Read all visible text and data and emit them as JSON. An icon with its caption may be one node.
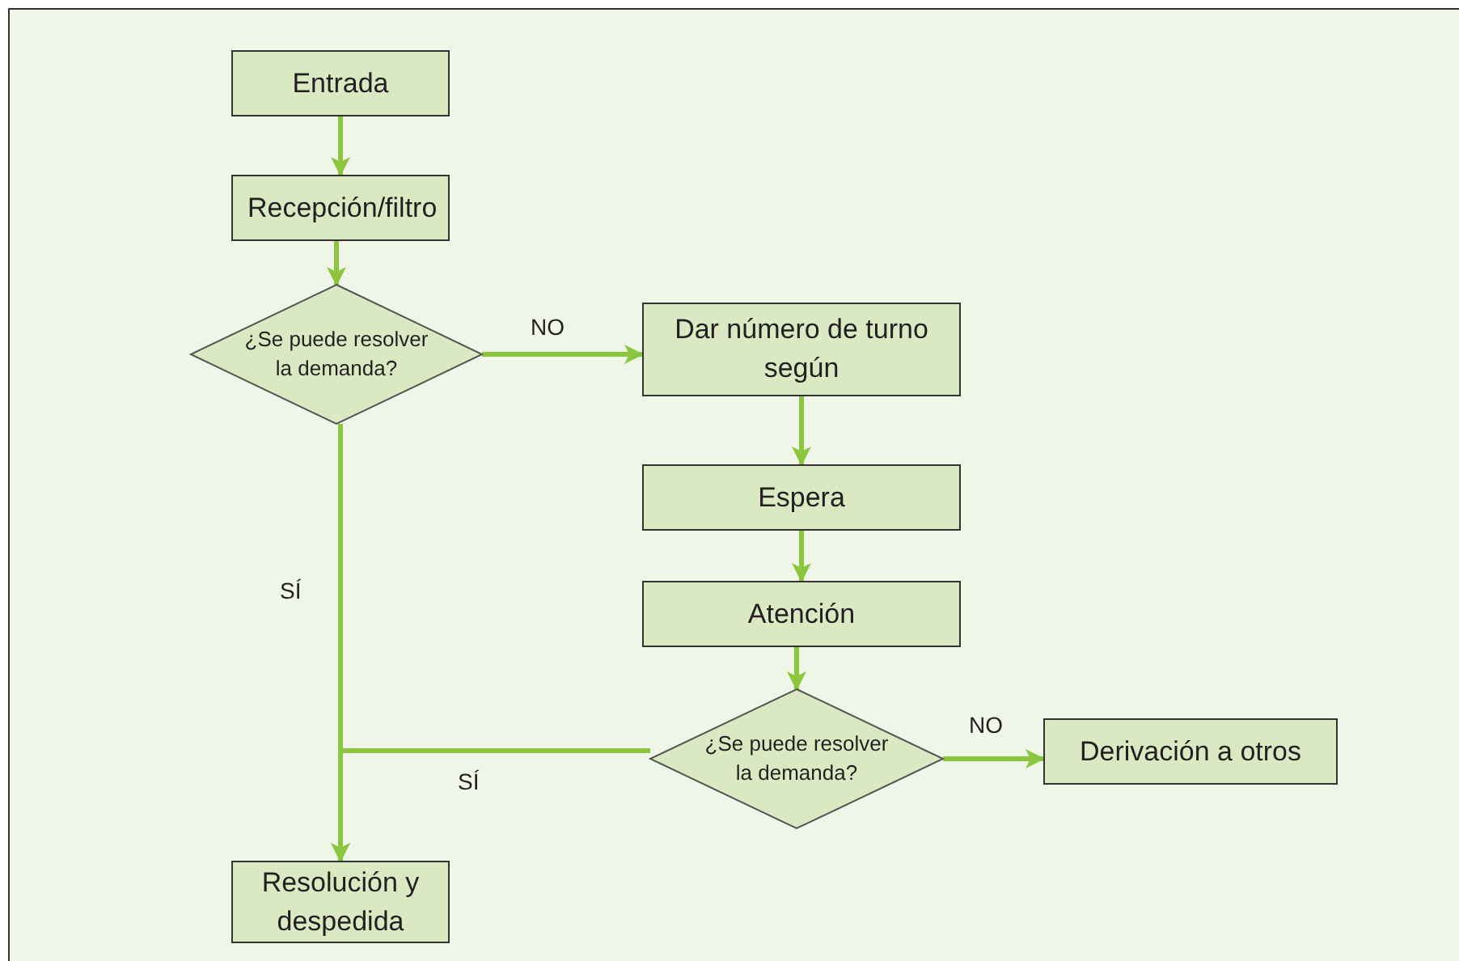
{
  "diagram": {
    "nodes": [
      {
        "text": [
          "Entrada"
        ]
      },
      {
        "text": [
          "Recepción/filtro"
        ]
      },
      {
        "text": [
          "¿Se puede resolver la demanda?"
        ]
      },
      {
        "text": [
          "Dar número de turno según"
        ]
      },
      {
        "text": [
          "Espera"
        ]
      },
      {
        "text": [
          "Atención"
        ]
      },
      {
        "text": [
          "¿Se puede resolver la demanda?"
        ]
      },
      {
        "text": [
          "Derivación a otros"
        ]
      },
      {
        "text": [
          "Resolución y despedida"
        ]
      }
    ],
    "edges": [
      {
        "from": 0,
        "to": 1,
        "arrow": "to"
      },
      {
        "from": 1,
        "to": 2,
        "arrow": "to"
      },
      {
        "from": 2,
        "to": 3,
        "arrow": "to",
        "label": "NO"
      },
      {
        "from": 3,
        "to": 4,
        "arrow": "to"
      },
      {
        "from": 4,
        "to": 5,
        "arrow": "to"
      },
      {
        "from": 5,
        "to": 6,
        "arrow": "to"
      },
      {
        "from": 6,
        "to": 7,
        "arrow": "to",
        "label": "NO"
      },
      {
        "from": 2,
        "to": 8,
        "arrow": "to",
        "label": "SÍ"
      },
      {
        "from": 6,
        "to": 8,
        "arrow": "to",
        "label": "SÍ"
      }
    ]
  }
}
